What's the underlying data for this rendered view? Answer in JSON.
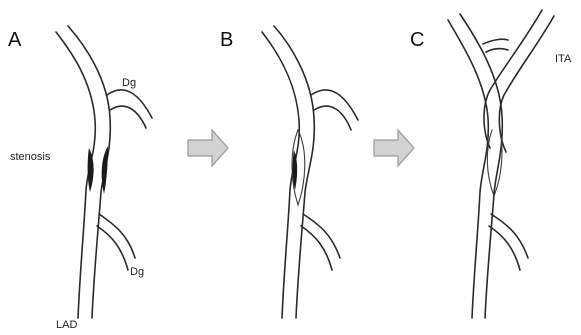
{
  "panels": {
    "a": {
      "letter": "A"
    },
    "b": {
      "letter": "B"
    },
    "c": {
      "letter": "C"
    }
  },
  "labels": {
    "stenosis": "stenosis",
    "lad": "LAD",
    "dg_upper": "Dg",
    "dg_lower": "Dg",
    "ita": "ITA"
  },
  "colors": {
    "vessel_wall": "#2a2a2a",
    "plaque": "#1a1a1a",
    "arrow_fill": "#d2d2d2",
    "arrow_stroke": "#9a9a9a"
  }
}
